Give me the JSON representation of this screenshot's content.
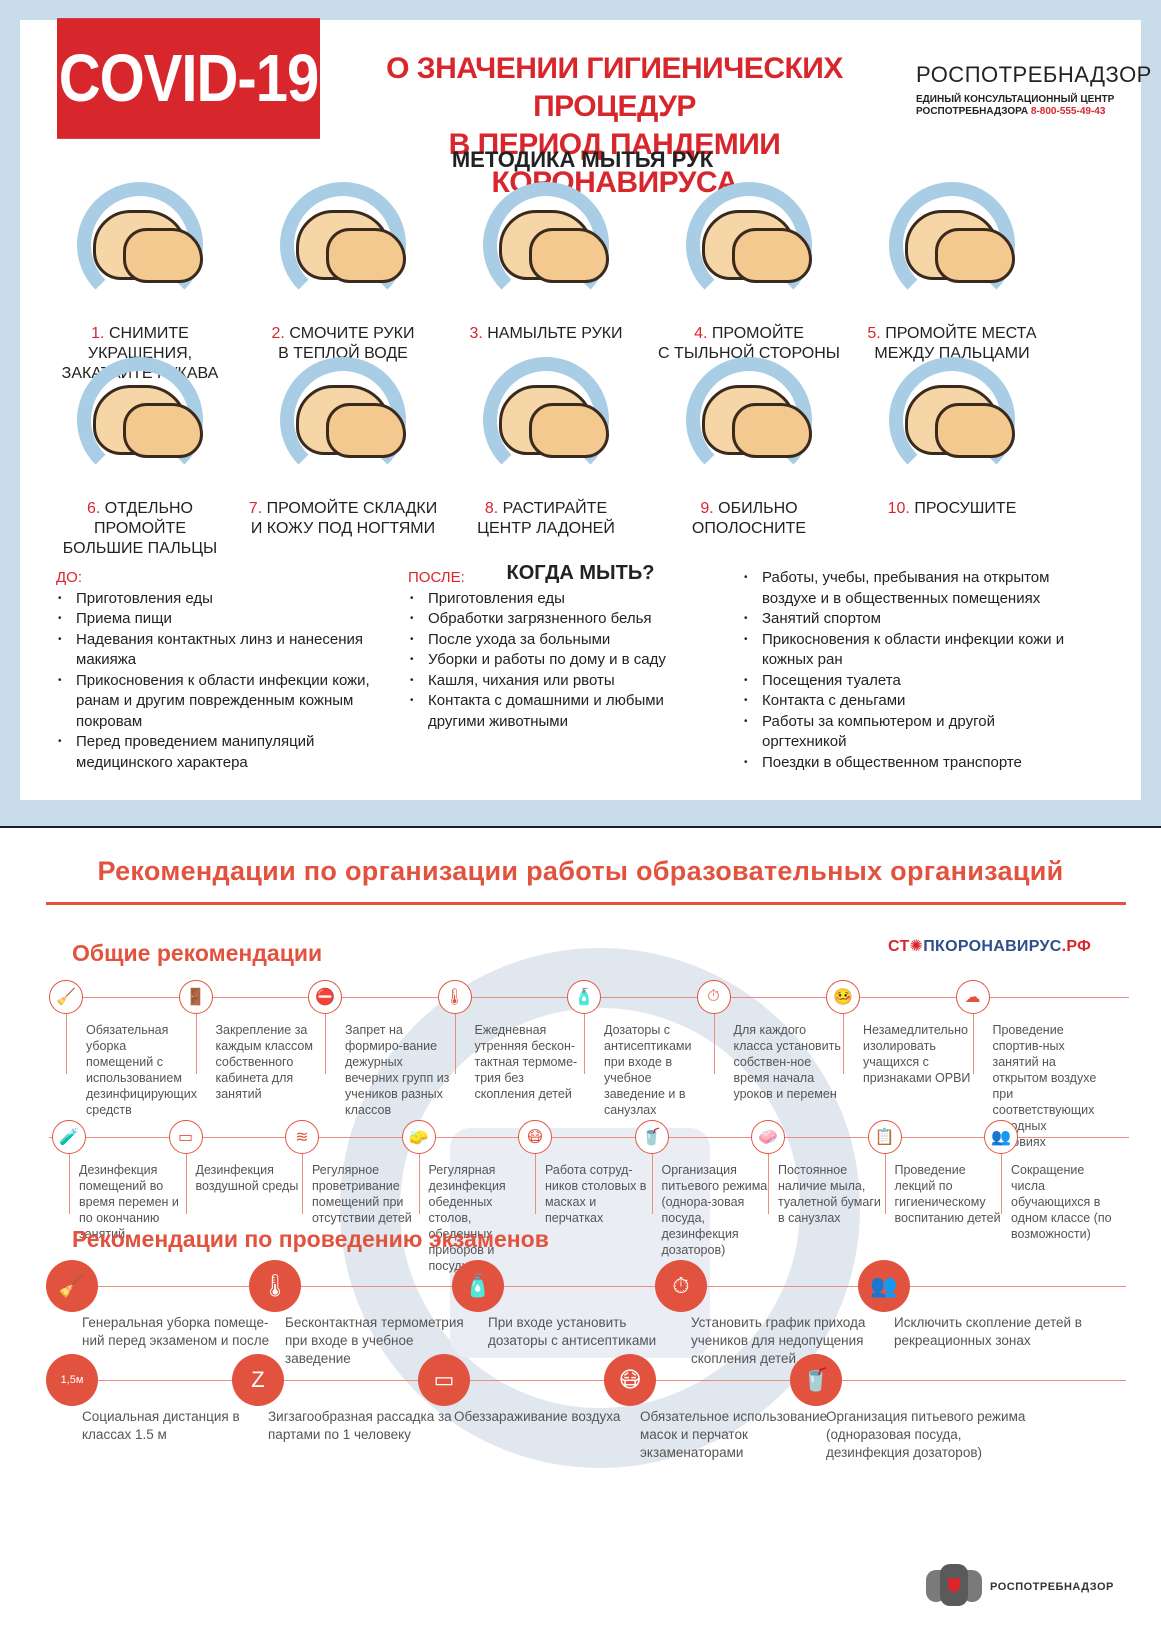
{
  "header": {
    "covid_label": "COVID-19",
    "title_line1": "О ЗНАЧЕНИИ ГИГИЕНИЧЕСКИХ ПРОЦЕДУР",
    "title_line2": "В ПЕРИОД ПАНДЕМИИ КОРОНАВИРУСА",
    "org_name": "РОСПОТРЕБНАДЗОР",
    "org_sub_line1": "ЕДИНЫЙ КОНСУЛЬТАЦИОННЫЙ ЦЕНТР",
    "org_sub_line2": "РОСПОТРЕБНАДЗОРА",
    "org_phone": "8-800-555-49-43"
  },
  "method": {
    "title": "МЕТОДИКА МЫТЬЯ РУК",
    "steps": [
      {
        "num": "1.",
        "line1": "СНИМИТЕ УКРАШЕНИЯ,",
        "line2": "ЗАКАТАЙТЕ РУКАВА"
      },
      {
        "num": "2.",
        "line1": "СМОЧИТЕ РУКИ",
        "line2": "В ТЕПЛОЙ ВОДЕ"
      },
      {
        "num": "3.",
        "line1": "НАМЫЛЬТЕ РУКИ",
        "line2": ""
      },
      {
        "num": "4.",
        "line1": "ПРОМОЙТЕ",
        "line2": "С ТЫЛЬНОЙ СТОРОНЫ"
      },
      {
        "num": "5.",
        "line1": "ПРОМОЙТЕ МЕСТА",
        "line2": "МЕЖДУ ПАЛЬЦАМИ"
      },
      {
        "num": "6.",
        "line1": "ОТДЕЛЬНО ПРОМОЙТЕ",
        "line2": "БОЛЬШИЕ ПАЛЬЦЫ"
      },
      {
        "num": "7.",
        "line1": "ПРОМОЙТЕ СКЛАДКИ",
        "line2": "И КОЖУ ПОД НОГТЯМИ"
      },
      {
        "num": "8.",
        "line1": "РАСТИРАЙТЕ",
        "line2": "ЦЕНТР ЛАДОНЕЙ"
      },
      {
        "num": "9.",
        "line1": "ОБИЛЬНО ОПОЛОСНИТЕ",
        "line2": ""
      },
      {
        "num": "10.",
        "line1": "ПРОСУШИТЕ",
        "line2": ""
      }
    ]
  },
  "when": {
    "title": "КОГДА МЫТЬ?",
    "before_label": "ДО:",
    "before": [
      "Приготовления еды",
      "Приема пищи",
      "Надевания контактных линз и нанесения макияжа",
      "Прикосновения к области инфекции кожи, ранам и другим поврежденным кожным покровам",
      "Перед проведением манипуляций медицинского характера"
    ],
    "after_label": "ПОСЛЕ:",
    "after": [
      "Приготовления еды",
      "Обработки загрязненного белья",
      "После ухода за больными",
      "Уборки и работы по дому и в саду",
      "Кашля, чихания или рвоты",
      "Контакта с домашними и любыми другими животными"
    ],
    "other": [
      "Работы, учебы, пребывания на открытом воздухе и в общественных помещениях",
      "Занятий спортом",
      "Прикосновения к области инфекции кожи и кожных ран",
      "Посещения туалета",
      "Контакта с деньгами",
      "Работы за компьютером и другой оргтехникой",
      "Поездки в общественном транспорте"
    ]
  },
  "recs": {
    "title": "Рекомендации по организации работы образовательных организаций",
    "general_title": "Общие рекомендации",
    "stop_logo_a": "СТ",
    "stop_logo_b": "ПКОРОНАВИРУС",
    "stop_logo_c": ".РФ",
    "general_row1": [
      {
        "icon": "cleaning-icon",
        "glyph": "🧹",
        "text": "Обязательная уборка помещений с использованием дезинфицирующих средств"
      },
      {
        "icon": "door-icon",
        "glyph": "🚪",
        "text": "Закрепление за каждым классом собственного кабинета для занятий"
      },
      {
        "icon": "no-groups-icon",
        "glyph": "⛔",
        "text": "Запрет на формиро-вание дежурных вечерних групп из учеников разных классов"
      },
      {
        "icon": "thermometer-icon",
        "glyph": "🌡",
        "text": "Ежедневная утренняя бескон-тактная термоме-трия без скопления детей"
      },
      {
        "icon": "dispenser-icon",
        "glyph": "🧴",
        "text": "Дозаторы с антисептиками при входе в учебное заведение и в санузлах"
      },
      {
        "icon": "clock-icon",
        "glyph": "⏱",
        "text": "Для каждого класса установить собствен-ное время начала уроков и перемен"
      },
      {
        "icon": "isolate-icon",
        "glyph": "🤒",
        "text": "Незамедлительно изолировать учащихся с признаками ОРВИ"
      },
      {
        "icon": "outdoor-sport-icon",
        "glyph": "☁",
        "text": "Проведение спортив-ных занятий на открытом воздухе при соответствующих погодных условиях"
      }
    ],
    "general_row2": [
      {
        "icon": "spray-icon",
        "glyph": "🧪",
        "text": "Дезинфекция помещений во время перемен и по окончанию занятий"
      },
      {
        "icon": "uv-lamp-icon",
        "glyph": "▭",
        "text": "Дезинфекция воздушной среды"
      },
      {
        "icon": "ventilation-icon",
        "glyph": "≋",
        "text": "Регулярное проветривание помещений при отсутствии детей"
      },
      {
        "icon": "table-disinfect-icon",
        "glyph": "🧽",
        "text": "Регулярная дезинфекция обеденных столов, обеденных приборов и посуды"
      },
      {
        "icon": "mask-gloves-icon",
        "glyph": "😷",
        "text": "Работа сотруд-ников столовых в масках и перчатках"
      },
      {
        "icon": "cup-icon",
        "glyph": "🥤",
        "text": "Организация питьевого режима (однора-зовая посуда, дезинфекция дозаторов)"
      },
      {
        "icon": "soap-icon",
        "glyph": "🧼",
        "text": "Постоянное наличие мыла, туалетной бумаги в санузлах"
      },
      {
        "icon": "lecture-icon",
        "glyph": "📋",
        "text": "Проведение лекций по гигиеническому воспитанию детей"
      },
      {
        "icon": "crowd-icon",
        "glyph": "👥",
        "text": "Сокращение числа обучающихся в одном классе (по возможности)"
      }
    ],
    "exam_title": "Рекомендации по проведению экзаменов",
    "exam_row1": [
      {
        "icon": "cleaning-icon",
        "glyph": "🧹",
        "text": "Генеральная уборка помеще-ний перед экзаменом и после"
      },
      {
        "icon": "thermometer-icon",
        "glyph": "🌡",
        "text": "Бесконтактная термометрия при входе в учебное заведение"
      },
      {
        "icon": "dispenser-icon",
        "glyph": "🧴",
        "text": "При входе установить дозаторы с антисептиками"
      },
      {
        "icon": "clock-icon",
        "glyph": "⏱",
        "text": "Установить график прихода учеников для недопущения скопления детей"
      },
      {
        "icon": "no-crowd-icon",
        "glyph": "👥",
        "text": "Исключить скопление детей в рекреационных зонах"
      }
    ],
    "exam_row2": [
      {
        "icon": "distance-icon",
        "glyph": "1,5м",
        "text": "Социальная дистанция в классах 1.5 м"
      },
      {
        "icon": "zigzag-icon",
        "glyph": "Z",
        "text": "Зигзагообразная рассадка за партами по 1 человеку"
      },
      {
        "icon": "uv-lamp-icon",
        "glyph": "▭",
        "text": "Обеззараживание воздуха"
      },
      {
        "icon": "mask-gloves-icon",
        "glyph": "😷",
        "text": "Обязательное использование масок и перчаток экзаменаторами"
      },
      {
        "icon": "cup-icon",
        "glyph": "🥤",
        "text": "Организация питьевого режима (одноразовая посуда, дезинфекция дозаторов)"
      }
    ],
    "footer_org": "РОСПОТРЕБНАДЗОР"
  }
}
